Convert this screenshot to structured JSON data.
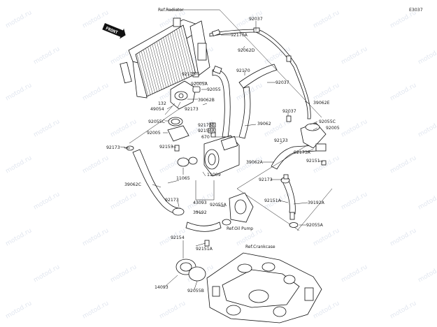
{
  "diagram": {
    "code": "E3037",
    "front_label": "FRONT",
    "refs": {
      "radiator": "Ref.Radiator",
      "oil_pump": "Ref.Oil Pump",
      "crankcase": "Ref.Crankcase"
    },
    "part_labels": [
      "92037",
      "92170A",
      "92062D",
      "92170",
      "92037",
      "92173",
      "92005A",
      "92055",
      "39062B",
      "92173",
      "39062E",
      "92037",
      "132",
      "49054",
      "92055C",
      "92005",
      "92173B",
      "92154A",
      "670",
      "39062",
      "92055C",
      "92005",
      "92153",
      "92173",
      "92173A",
      "92151",
      "39062A",
      "11009",
      "11065",
      "92173",
      "43093",
      "39192",
      "92055A",
      "92151A",
      "39192A",
      "92055A",
      "92154",
      "92151A",
      "14093",
      "92055B",
      "92173",
      "39062C",
      "92173"
    ],
    "watermark": "motod.ru",
    "colors": {
      "ink": "#111111",
      "watermark": "#c9d2e2"
    }
  }
}
